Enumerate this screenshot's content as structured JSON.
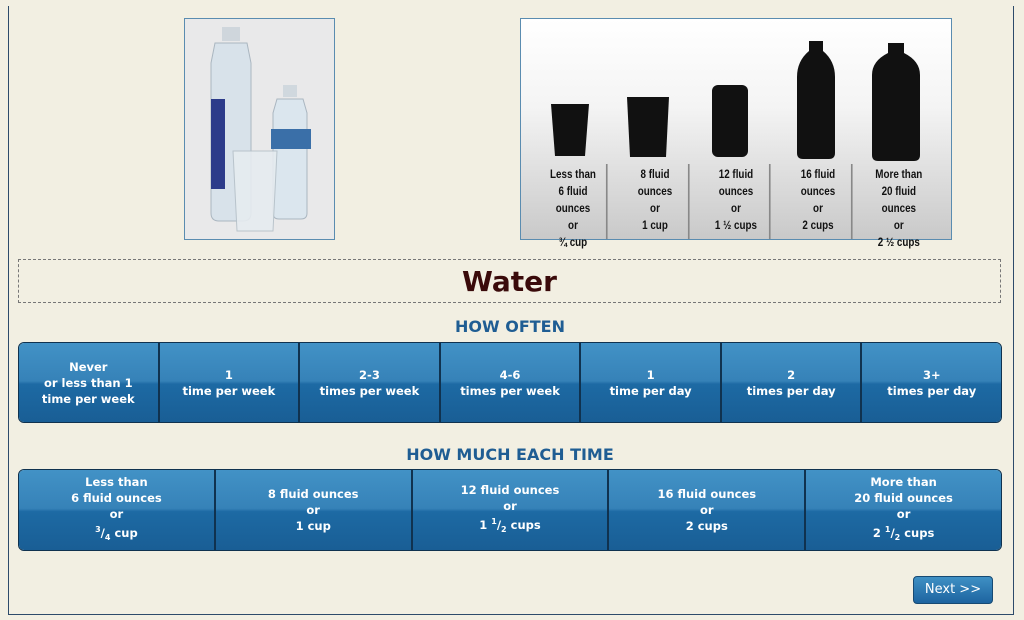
{
  "food_title": "Water",
  "silhouette_captions": [
    "Less than\n6 fluid ounces\nor\n¾ cup",
    "8 fluid ounces\nor\n1 cup",
    "12 fluid ounces\nor\n1 ½ cups",
    "16 fluid ounces\nor\n2 cups",
    "More than\n20 fluid ounces\nor\n2 ½ cups"
  ],
  "how_often": {
    "title": "HOW OFTEN",
    "options": [
      "Never\nor less than 1\ntime per week",
      "1\ntime per week",
      "2-3\ntimes per week",
      "4-6\ntimes per week",
      "1\ntime per day",
      "2\ntimes per day",
      "3+\ntimes per day"
    ]
  },
  "how_much": {
    "title": "HOW MUCH EACH TIME",
    "options": [
      {
        "l1": "Less than",
        "l2": "6 fluid ounces",
        "l3": "or",
        "pre": "",
        "num": "3",
        "den": "4",
        "post": " cup"
      },
      {
        "l1": "",
        "l2": "8 fluid ounces",
        "l3": "or",
        "pre": "1 cup",
        "num": "",
        "den": "",
        "post": ""
      },
      {
        "l1": "",
        "l2": "12 fluid ounces",
        "l3": "or",
        "pre": "1 ",
        "num": "1",
        "den": "2",
        "post": " cups"
      },
      {
        "l1": "",
        "l2": "16 fluid ounces",
        "l3": "or",
        "pre": "2 cups",
        "num": "",
        "den": "",
        "post": ""
      },
      {
        "l1": "More than",
        "l2": "20 fluid ounces",
        "l3": "or",
        "pre": "2 ",
        "num": "1",
        "den": "2",
        "post": " cups"
      }
    ]
  },
  "next_label": "Next >>"
}
